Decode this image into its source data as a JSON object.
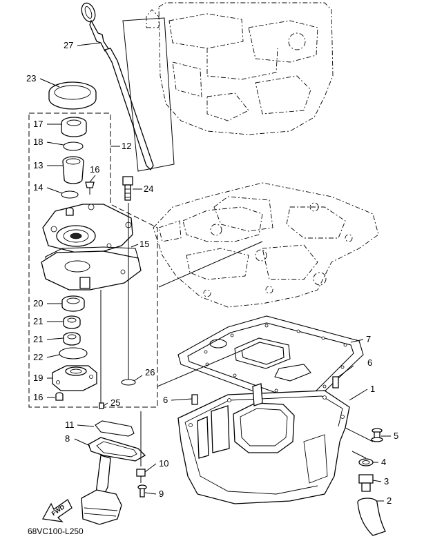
{
  "callouts": [
    {
      "id": "c27",
      "text": "27",
      "part": "dipstick"
    },
    {
      "id": "c23",
      "text": "23",
      "part": "seal-ring"
    },
    {
      "id": "c17",
      "text": "17",
      "part": "oil-seal-upper"
    },
    {
      "id": "c18",
      "text": "18",
      "part": "o-ring-small"
    },
    {
      "id": "c12",
      "text": "12",
      "part": "dipstick-guide"
    },
    {
      "id": "c13",
      "text": "13",
      "part": "sleeve"
    },
    {
      "id": "c16a",
      "text": "16",
      "part": "screw-upper"
    },
    {
      "id": "c14",
      "text": "14",
      "part": "o-ring"
    },
    {
      "id": "c24",
      "text": "24",
      "part": "bolt-long"
    },
    {
      "id": "c15",
      "text": "15",
      "part": "gasket-pump"
    },
    {
      "id": "c20",
      "text": "20",
      "part": "oil-seal"
    },
    {
      "id": "c21a",
      "text": "21",
      "part": "bearing-1"
    },
    {
      "id": "c21b",
      "text": "21",
      "part": "bearing-2"
    },
    {
      "id": "c22",
      "text": "22",
      "part": "o-ring-large"
    },
    {
      "id": "c19",
      "text": "19",
      "part": "housing-cap"
    },
    {
      "id": "c16b",
      "text": "16",
      "part": "screw-lower"
    },
    {
      "id": "c25",
      "text": "25",
      "part": "dowel-pin-lower"
    },
    {
      "id": "c26",
      "text": "26",
      "part": "o-ring-26"
    },
    {
      "id": "c7",
      "text": "7",
      "part": "oil-pan-gasket"
    },
    {
      "id": "c6a",
      "text": "6",
      "part": "dowel-pin-right"
    },
    {
      "id": "c6b",
      "text": "6",
      "part": "dowel-pin-left"
    },
    {
      "id": "c1",
      "text": "1",
      "part": "oil-pan"
    },
    {
      "id": "c11",
      "text": "11",
      "part": "strainer-gasket"
    },
    {
      "id": "c8",
      "text": "8",
      "part": "oil-strainer"
    },
    {
      "id": "c10",
      "text": "10",
      "part": "strainer-bolt"
    },
    {
      "id": "c9",
      "text": "9",
      "part": "strainer-screw"
    },
    {
      "id": "c5",
      "text": "5",
      "part": "pan-bolt"
    },
    {
      "id": "c4",
      "text": "4",
      "part": "gasket-washer"
    },
    {
      "id": "c3",
      "text": "3",
      "part": "drain-plug"
    },
    {
      "id": "c2",
      "text": "2",
      "part": "drain-hose"
    }
  ],
  "fwd_label": "FWD",
  "diagram_code": "68VC100-L250"
}
